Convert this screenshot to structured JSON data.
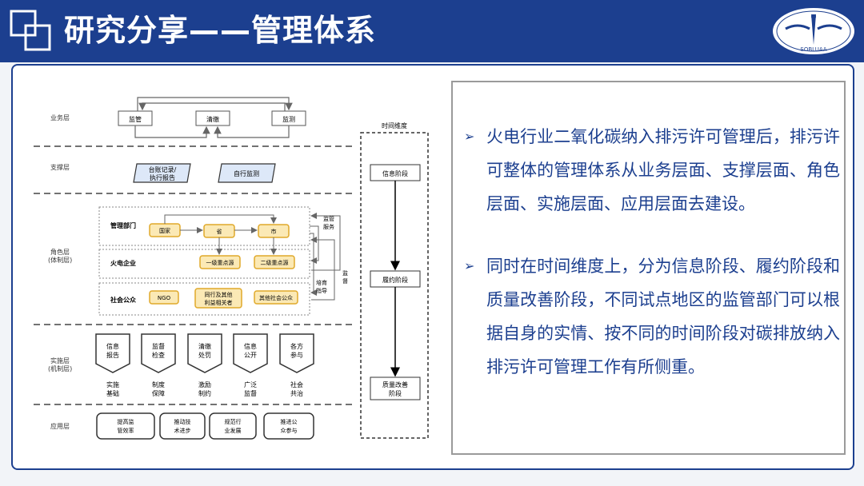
{
  "page": {
    "title": "研究分享——管理体系"
  },
  "logo": {
    "text": "SOBLUAA"
  },
  "diagram": {
    "layers": {
      "business": "业务层",
      "support": "支撑层",
      "role": "角色层",
      "role_sub": "(体制层)",
      "implement": "实施层",
      "implement_sub": "(机制层)",
      "application": "应用层"
    },
    "business_boxes": [
      "监管",
      "清缴",
      "监测"
    ],
    "support_boxes": [
      "台账记录/",
      "执行报告",
      "自行监测"
    ],
    "role_groups": {
      "management": "管理部门",
      "power": "火电企业",
      "public": "社会公众"
    },
    "management_boxes": [
      "国家",
      "省",
      "市"
    ],
    "power_boxes": [
      "一级重点源",
      "二级重点源"
    ],
    "public_boxes": [
      "NGO",
      "同行及其他",
      "利益相关者",
      "其他社会公众"
    ],
    "side_labels": {
      "supervise_service": [
        "监管",
        "服务"
      ],
      "train_guide": [
        "培育",
        "指导"
      ],
      "monitor": [
        "监",
        "督"
      ]
    },
    "implement_boxes": [
      {
        "top": [
          "信息",
          "报告"
        ],
        "bottom": [
          "实施",
          "基础"
        ]
      },
      {
        "top": [
          "监督",
          "检查"
        ],
        "bottom": [
          "制度",
          "保障"
        ]
      },
      {
        "top": [
          "清缴",
          "处罚"
        ],
        "bottom": [
          "激励",
          "制约"
        ]
      },
      {
        "top": [
          "信息",
          "公开"
        ],
        "bottom": [
          "广泛",
          "监督"
        ]
      },
      {
        "top": [
          "各方",
          "参与"
        ],
        "bottom": [
          "社会",
          "共治"
        ]
      }
    ],
    "application_boxes": [
      [
        "提高监",
        "管效率"
      ],
      [
        "推动技",
        "术进步"
      ],
      [
        "规范行",
        "业发展"
      ],
      [
        "推进公",
        "众参与"
      ]
    ],
    "time": {
      "label": "时间维度",
      "stage1": "信息阶段",
      "stage2": "履约阶段",
      "stage3_line1": "质量改善",
      "stage3_line2": "阶段"
    }
  },
  "bullets": [
    {
      "marker": "➢",
      "text": "火电行业二氧化碳纳入排污许可管理后，排污许可整体的管理体系从业务层面、支撑层面、角色层面、实施层面、应用层面去建设。"
    },
    {
      "marker": "➢",
      "text": "同时在时间维度上，分为信息阶段、履约阶段和质量改善阶段，不同试点地区的监管部门可以根据自身的实情、按不同的时间阶段对碳排放纳入排污许可管理工作有所侧重。"
    }
  ],
  "colors": {
    "header": "#1c3f8f",
    "box_yellow": "#fbe9b5",
    "box_yellow_border": "#e0a92a",
    "text_blue": "#1c3f8f"
  }
}
